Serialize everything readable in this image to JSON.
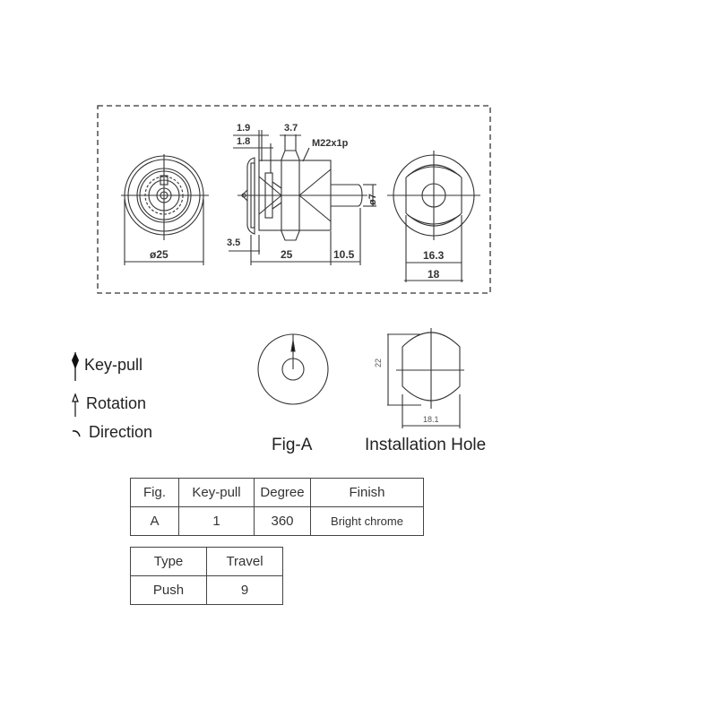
{
  "drawing": {
    "front_view": {
      "diameter_label": "ø25"
    },
    "side_view": {
      "dims": {
        "top_1": "1.9",
        "top_2": "1.8",
        "nut_width": "3.7",
        "thread": "M22x1p",
        "shaft_diameter": "ø7",
        "flange": "3.5",
        "body_length": "25",
        "shaft_length": "10.5"
      }
    },
    "rear_view": {
      "inner_width": "16.3",
      "outer_width": "18"
    }
  },
  "legend": {
    "items": [
      {
        "icon": "key-pull-arrow-icon",
        "label": "Key-pull"
      },
      {
        "icon": "rotation-arrow-icon",
        "label": "Rotation"
      },
      {
        "icon": "direction-arc-icon",
        "label": "Direction"
      }
    ]
  },
  "fig_a": {
    "caption": "Fig-A"
  },
  "installation_hole": {
    "caption": "Installation Hole",
    "height": "22",
    "width": "18.1"
  },
  "spec_table": {
    "headers": [
      "Fig.",
      "Key-pull",
      "Degree",
      "Finish"
    ],
    "rows": [
      [
        "A",
        "1",
        "360",
        "Bright chrome"
      ]
    ]
  },
  "type_table": {
    "headers": [
      "Type",
      "Travel"
    ],
    "rows": [
      [
        "Push",
        "9"
      ]
    ]
  }
}
